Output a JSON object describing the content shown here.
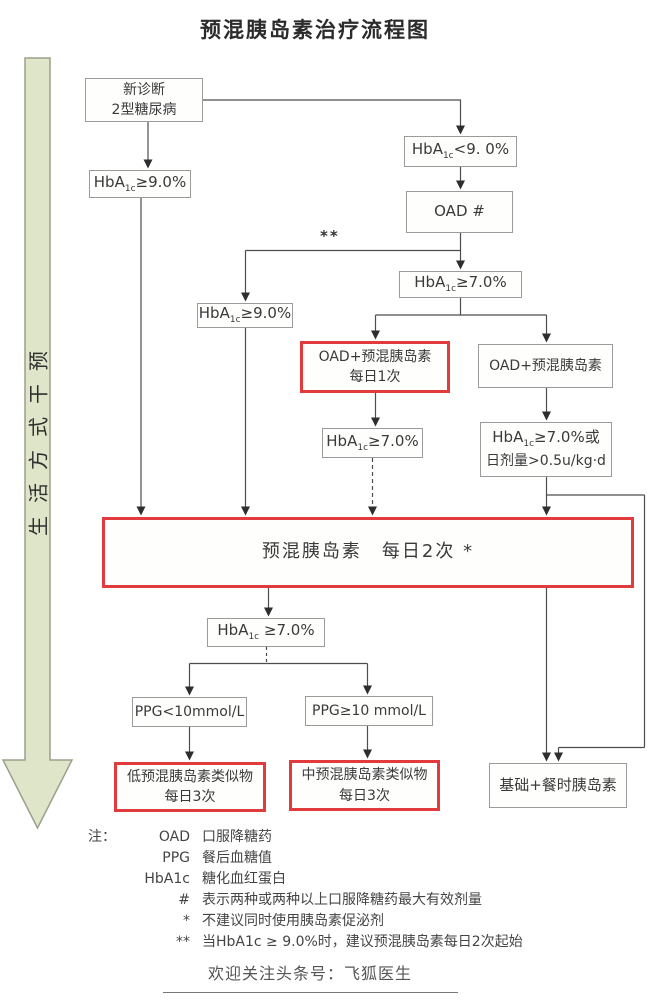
{
  "title": "预混胰岛素治疗流程图",
  "sidebar": {
    "label": "生活方式干预"
  },
  "annotations": {
    "double_star": "**"
  },
  "nodes": {
    "new_diag": {
      "line1": "新诊断",
      "line2": "2型糖尿病"
    },
    "hba1c_ge9_left": {
      "pre": "HbA",
      "sub": "1c",
      "post": "≥9.0%"
    },
    "hba1c_lt9": {
      "pre": "HbA",
      "sub": "1c",
      "post": "<9. 0%"
    },
    "oad": {
      "label": "OAD #"
    },
    "hba1c_ge7_top": {
      "pre": "HbA",
      "sub": "1c",
      "post": "≥7.0%"
    },
    "hba1c_ge9_mid": {
      "pre": "HbA",
      "sub": "1c",
      "post": "≥9.0%"
    },
    "oad_premix_qd": {
      "line1": "OAD+预混胰岛素",
      "line2": "每日1次"
    },
    "oad_premix": {
      "label": "OAD+预混胰岛素"
    },
    "hba1c_ge7_mid": {
      "pre": "HbA",
      "sub": "1c",
      "post": "≥7.0%"
    },
    "hba1c_ge7_or": {
      "pre": "HbA",
      "sub": "1c",
      "post": "≥7.0%或",
      "line2": "日剂量>0.5u/kg·d"
    },
    "premix_bid": {
      "label": "预混胰岛素　每日2次 *"
    },
    "hba1c_ge7_bottom": {
      "pre": "HbA",
      "sub": "1c",
      "post": " ≥7.0%"
    },
    "ppg_lt10": {
      "label": "PPG<10mmol/L"
    },
    "ppg_ge10": {
      "label": "PPG≥10 mmol/L"
    },
    "low_premix": {
      "line1": "低预混胰岛素类似物",
      "line2": "每日3次"
    },
    "mid_premix": {
      "line1": "中预混胰岛素类似物",
      "line2": "每日3次"
    },
    "basal_bolus": {
      "label": "基础+餐时胰岛素"
    }
  },
  "notes": {
    "prefix": "注：",
    "items": [
      {
        "term": "OAD",
        "def": "口服降糖药"
      },
      {
        "term": "PPG",
        "def": "餐后血糖值"
      },
      {
        "term": "HbA1c",
        "def": "糖化血红蛋白"
      },
      {
        "term": "#",
        "def": "表示两种或两种以上口服降糖药最大有效剂量"
      },
      {
        "term": "*",
        "def": "不建议同时使用胰岛素促泌剂"
      },
      {
        "term": "**",
        "def": "当HbA1c ≥ 9.0%时，建议预混胰岛素每日2次起始"
      }
    ]
  },
  "footer": {
    "text": "欢迎关注头条号：飞狐医生"
  },
  "colors": {
    "highlight_border": "#e23b3e",
    "box_border": "#9b9b9b",
    "connector": "#4d4d4d",
    "arrowhead": "#2e2e2e",
    "lifestyle_arrow_fill": "#dfe5c9",
    "lifestyle_arrow_stroke": "#9aa08c",
    "text": "#3a3a3a"
  }
}
